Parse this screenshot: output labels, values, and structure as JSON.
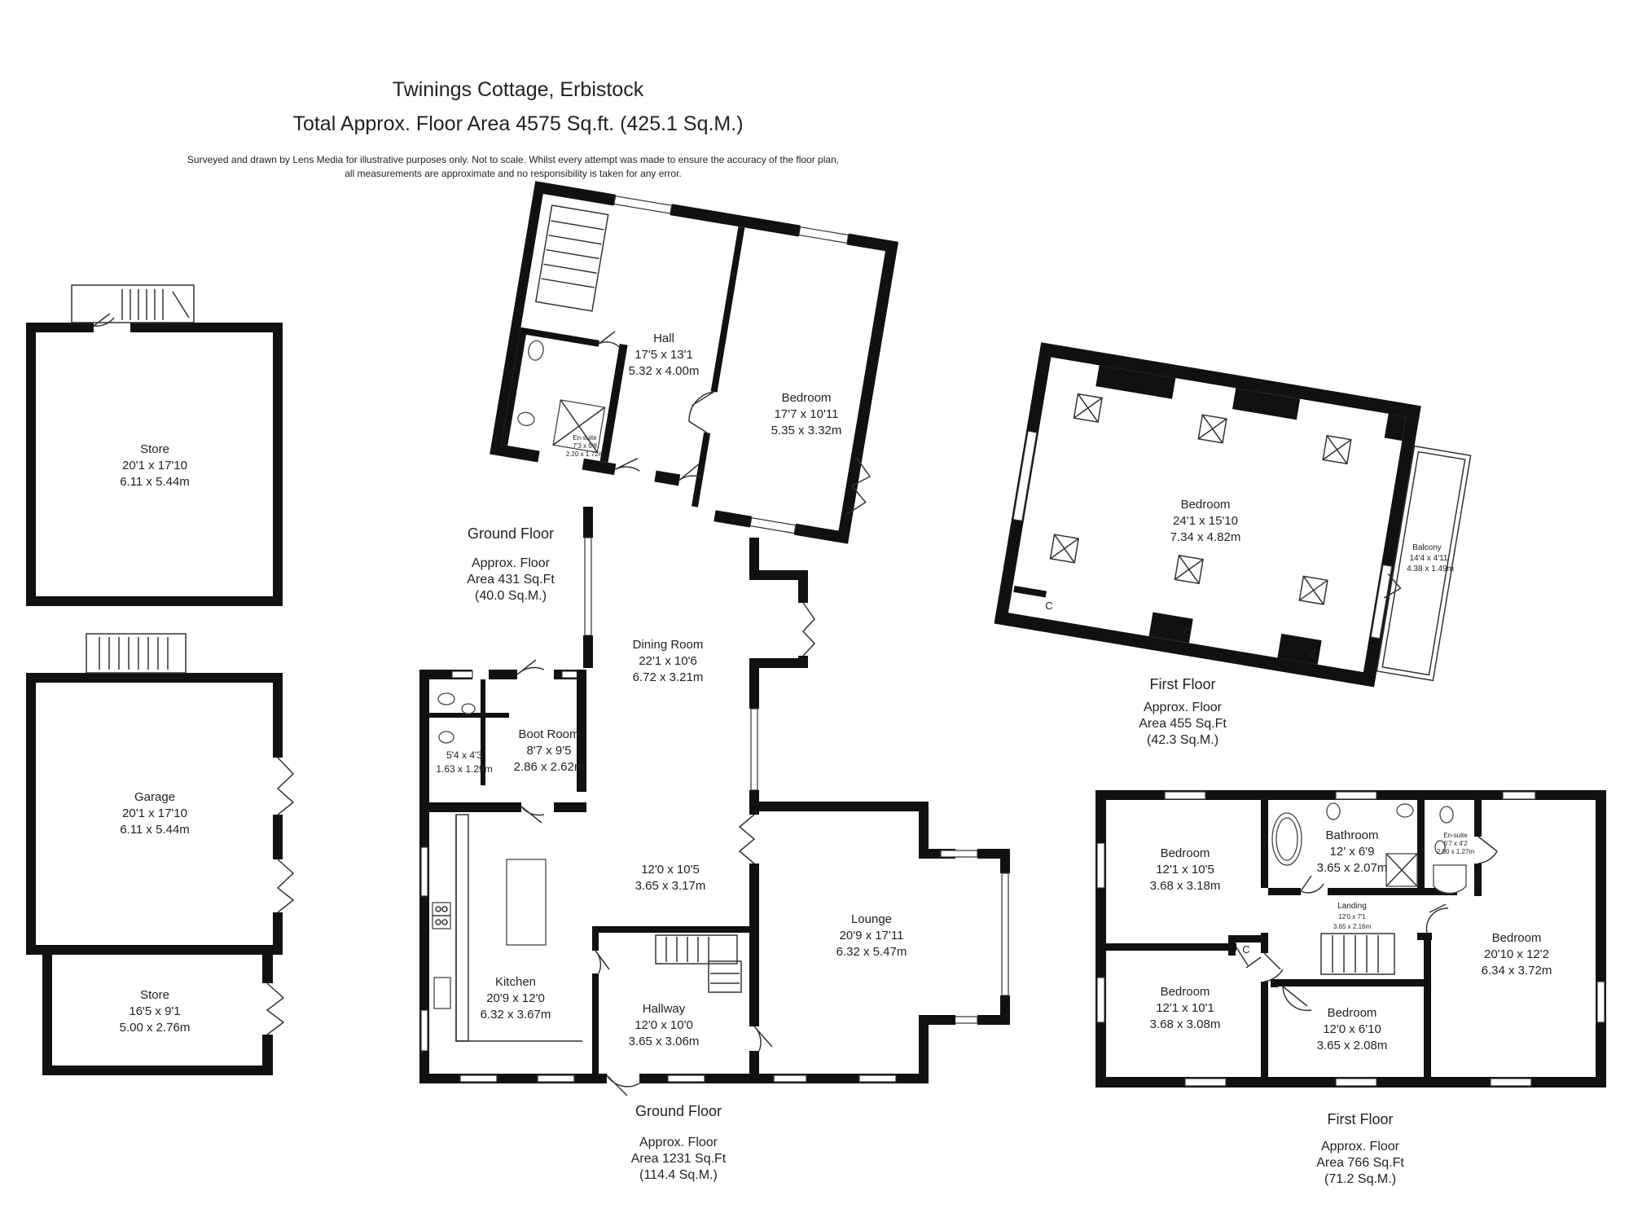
{
  "header": {
    "title": "Twinings Cottage, Erbistock",
    "total_area": "Total Approx. Floor Area 4575 Sq.ft. (425.1 Sq.M.)",
    "disclaimer_1": "Surveyed and drawn by Lens Media for illustrative purposes only. Not to scale. Whilst every attempt was made to ensure the accuracy of the floor plan,",
    "disclaimer_2": "all measurements are approximate and no responsibility is taken for any error."
  },
  "outbuildings": {
    "store_top": {
      "name": "Store",
      "imperial": "20'1 x 17'10",
      "metric": "6.11 x 5.44m"
    },
    "garage": {
      "name": "Garage",
      "imperial": "20'1 x 17'10",
      "metric": "6.11 x 5.44m"
    },
    "store_low": {
      "name": "Store",
      "imperial": "16'5 x 9'1",
      "metric": "5.00 x 2.76m"
    }
  },
  "annex_ground": {
    "label": {
      "floor": "Ground Floor",
      "line1": "Approx. Floor",
      "line2": "Area 431 Sq.Ft",
      "line3": "(40.0 Sq.M.)"
    },
    "hall": {
      "name": "Hall",
      "imperial": "17'5 x 13'1",
      "metric": "5.32 x 4.00m"
    },
    "bedroom": {
      "name": "Bedroom",
      "imperial": "17'7 x 10'11",
      "metric": "5.35 x 3.32m"
    },
    "ensuite": {
      "name": "En-suite",
      "imperial": "7'3 x 5'8",
      "metric": "2.20 x 1.72m"
    }
  },
  "main_ground": {
    "label": {
      "floor": "Ground Floor",
      "line1": "Approx. Floor",
      "line2": "Area 1231 Sq.Ft",
      "line3": "(114.4 Sq.M.)"
    },
    "dining": {
      "name": "Dining Room",
      "imperial": "22'1 x 10'6",
      "metric": "6.72 x 3.21m"
    },
    "boot": {
      "name": "Boot Room",
      "imperial": "8'7 x 9'5",
      "metric": "2.86 x 2.62m"
    },
    "utility": {
      "imperial": "5'4 x 4'3",
      "metric": "1.63 x 1.29m"
    },
    "family": {
      "imperial": "12'0 x 10'5",
      "metric": "3.65 x 3.17m"
    },
    "kitchen": {
      "name": "Kitchen",
      "imperial": "20'9 x 12'0",
      "metric": "6.32 x 3.67m"
    },
    "hallway": {
      "name": "Hallway",
      "imperial": "12'0 x 10'0",
      "metric": "3.65 x 3.06m"
    },
    "lounge": {
      "name": "Lounge",
      "imperial": "20'9 x 17'11",
      "metric": "6.32 x 5.47m"
    }
  },
  "annex_first": {
    "label": {
      "floor": "First Floor",
      "line1": "Approx. Floor",
      "line2": "Area 455 Sq.Ft",
      "line3": "(42.3 Sq.M.)"
    },
    "bedroom": {
      "name": "Bedroom",
      "imperial": "24'1 x 15'10",
      "metric": "7.34 x 4.82m"
    },
    "balcony": {
      "name": "Balcony",
      "imperial": "14'4 x 4'11",
      "metric": "4.38 x 1.49m"
    },
    "cupboard": "C"
  },
  "main_first": {
    "label": {
      "floor": "First Floor",
      "line1": "Approx. Floor",
      "line2": "Area 766 Sq.Ft",
      "line3": "(71.2 Sq.M.)"
    },
    "bed_tl": {
      "name": "Bedroom",
      "imperial": "12'1 x 10'5",
      "metric": "3.68 x 3.18m"
    },
    "bathroom": {
      "name": "Bathroom",
      "imperial": "12' x 6'9",
      "metric": "3.65 x 2.07m"
    },
    "ensuite": {
      "name": "En-suite",
      "imperial": "6'7 x 4'2",
      "metric": "2.00 x 1.27m"
    },
    "landing": {
      "name": "Landing",
      "imperial": "12'0 x 7'1",
      "metric": "3.65 x 2.16m"
    },
    "bed_bl": {
      "name": "Bedroom",
      "imperial": "12'1 x 10'1",
      "metric": "3.68 x 3.08m"
    },
    "bed_bm": {
      "name": "Bedroom",
      "imperial": "12'0 x 6'10",
      "metric": "3.65 x 2.08m"
    },
    "bed_r": {
      "name": "Bedroom",
      "imperial": "20'10 x 12'2",
      "metric": "6.34 x 3.72m"
    },
    "cupboard": "C"
  }
}
